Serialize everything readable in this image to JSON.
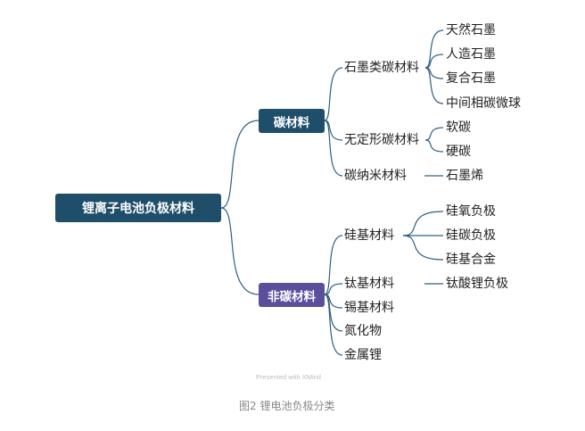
{
  "root": "锂离子电池负极材料",
  "categories": [
    {
      "label": "碳材料",
      "color": "#1f4e6b",
      "subs": [
        {
          "label": "石墨类碳材料",
          "leaves": [
            "天然石墨",
            "人造石墨",
            "复合石墨",
            "中间相碳微球"
          ]
        },
        {
          "label": "无定形碳材料",
          "leaves": [
            "软碳",
            "硬碳"
          ]
        },
        {
          "label": "碳纳米材料",
          "leaves": [
            "石墨烯"
          ]
        }
      ]
    },
    {
      "label": "非碳材料",
      "color": "#5b4f9c",
      "subs": [
        {
          "label": "硅基材料",
          "leaves": [
            "硅氧负极",
            "硅碳负极",
            "硅基合金"
          ]
        },
        {
          "label": "钛基材料",
          "leaves": [
            "钛酸锂负极"
          ]
        },
        {
          "label": "锡基材料",
          "leaves": []
        },
        {
          "label": "氮化物",
          "leaves": []
        },
        {
          "label": "金属锂",
          "leaves": []
        }
      ]
    }
  ],
  "watermark": "Presented with XMind",
  "caption": "图2 锂电池负极分类",
  "colors": {
    "line": "#2e5f7e",
    "root_fill": "#1f4e6b"
  }
}
